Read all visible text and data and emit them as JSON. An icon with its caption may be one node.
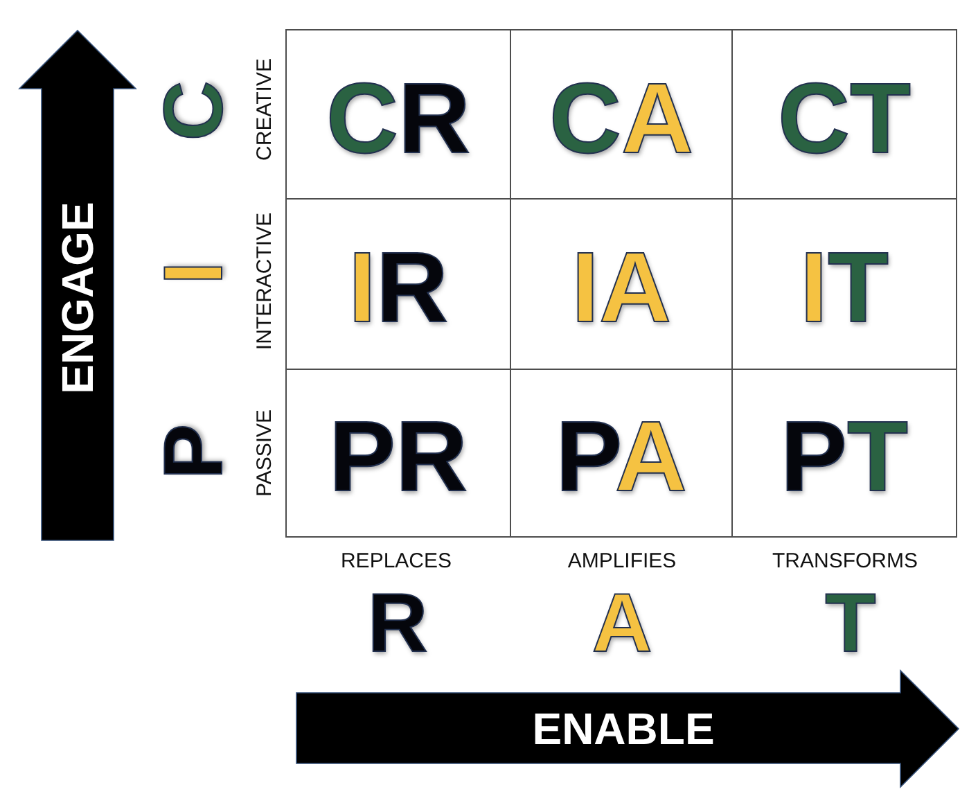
{
  "diagram": {
    "nodes": [
      {
        "text": [
          "ENGAGE"
        ]
      },
      {
        "text": [
          "CR"
        ]
      },
      {
        "text": [
          "CA"
        ]
      },
      {
        "text": [
          "CT"
        ]
      },
      {
        "text": [
          "IR"
        ]
      },
      {
        "text": [
          "IA"
        ]
      },
      {
        "text": [
          "IT"
        ]
      },
      {
        "text": [
          "PR"
        ]
      },
      {
        "text": [
          "PA"
        ]
      },
      {
        "text": [
          "PT"
        ]
      },
      {
        "text": [
          "ENABLE"
        ]
      }
    ],
    "labels": [
      "C",
      "CREATIVE",
      "I",
      "INTERACTIVE",
      "P",
      "PASSIVE",
      "REPLACES",
      "AMPLIFIES",
      "TRANSFORMS",
      "R",
      "A",
      "T"
    ]
  }
}
